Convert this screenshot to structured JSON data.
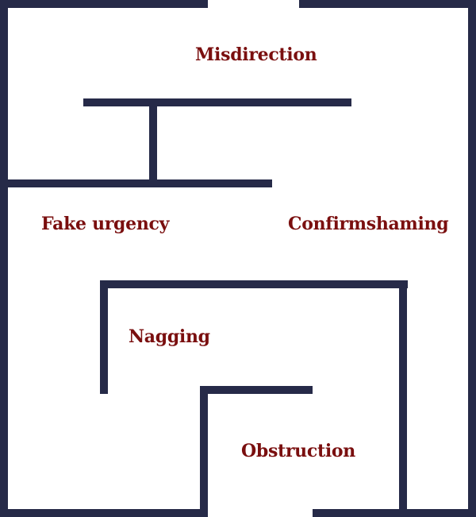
{
  "diagram": {
    "colors": {
      "wall": "#262a48",
      "label": "#7a0f0f",
      "background": "#ffffff"
    },
    "rooms": [
      {
        "id": "misdirection",
        "label": "Misdirection"
      },
      {
        "id": "fake-urgency",
        "label": "Fake urgency"
      },
      {
        "id": "confirmshaming",
        "label": "Confirmshaming"
      },
      {
        "id": "nagging",
        "label": "Nagging"
      },
      {
        "id": "obstruction",
        "label": "Obstruction"
      }
    ]
  }
}
